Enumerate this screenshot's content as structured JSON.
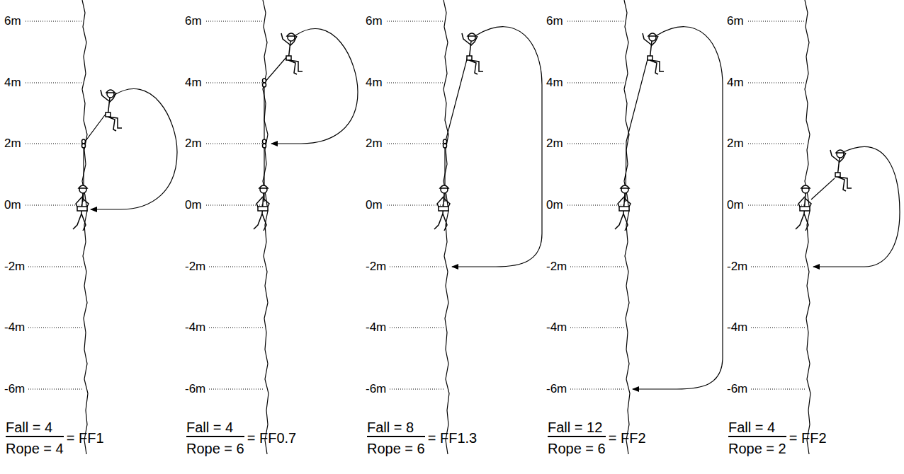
{
  "diagram": {
    "labels": [
      "6m",
      "4m",
      "2m",
      "0m",
      "-2m",
      "-4m",
      "-6m",
      "Fall = 4",
      "Rope = 4",
      "= FF1",
      "6m",
      "4m",
      "2m",
      "0m",
      "-2m",
      "-4m",
      "-6m",
      "Fall = 4",
      "Rope = 6",
      "= FF0.7",
      "6m",
      "4m",
      "2m",
      "0m",
      "-2m",
      "-4m",
      "-6m",
      "Fall = 8",
      "Rope = 6",
      "= FF1.3",
      "6m",
      "4m",
      "2m",
      "0m",
      "-2m",
      "-4m",
      "-6m",
      "Fall = 12",
      "Rope = 6",
      "= FF2",
      "6m",
      "4m",
      "2m",
      "0m",
      "-2m",
      "-4m",
      "-6m",
      "Fall = 4",
      "Rope = 2",
      "= FF2"
    ]
  }
}
